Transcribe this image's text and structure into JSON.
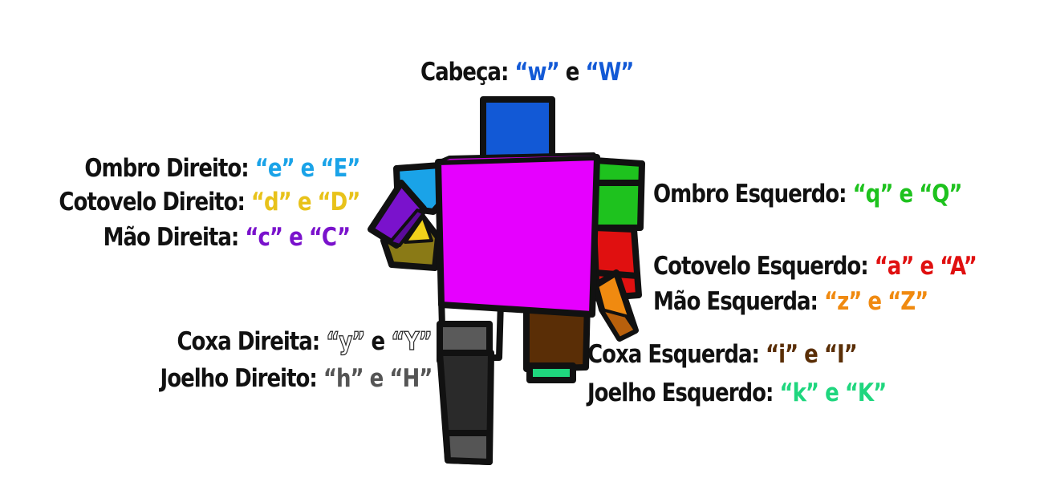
{
  "labels": {
    "head": {
      "name": "Cabeça",
      "key1": "“w”",
      "key2": "“W”",
      "sep": "e",
      "color": "#1259d6"
    },
    "r_shoulder": {
      "name": "Ombro Direito",
      "key1": "“e”",
      "key2": "“E”",
      "sep": "e",
      "color": "#1aa3e8"
    },
    "r_elbow": {
      "name": "Cotovelo Direito",
      "key1": "“d”",
      "key2": "“D”",
      "sep": "e",
      "color": "#e8c21a"
    },
    "r_hand": {
      "name": "Mão Direita",
      "key1": "“c”",
      "key2": "“C”",
      "sep": "e",
      "color": "#7a12cc"
    },
    "l_shoulder": {
      "name": "Ombro Esquerdo",
      "key1": "“q”",
      "key2": "“Q”",
      "sep": "e",
      "color": "#1ec21e"
    },
    "l_elbow": {
      "name": "Cotovelo Esquerdo",
      "key1": "“a”",
      "key2": "“A”",
      "sep": "e",
      "color": "#e01010"
    },
    "l_hand": {
      "name": "Mão Esquerda",
      "key1": "“z”",
      "key2": "“Z”",
      "sep": "e",
      "color": "#f08a10"
    },
    "r_thigh": {
      "name": "Coxa Direita",
      "key1": "“y”",
      "key2": "“Y”",
      "sep": "e",
      "color": "#ffffff"
    },
    "r_knee": {
      "name": "Joelho Direito",
      "key1": "“h”",
      "key2": "“H”",
      "sep": "e",
      "color": "#555555"
    },
    "l_thigh": {
      "name": "Coxa Esquerda",
      "key1": "“i”",
      "key2": "“I”",
      "sep": "e",
      "color": "#5a2e06"
    },
    "l_knee": {
      "name": "Joelho Esquerdo",
      "key1": "“k”",
      "key2": "“K”",
      "sep": "e",
      "color": "#1fd67e"
    }
  },
  "colors": {
    "outline": "#111111",
    "head": "#1259d6",
    "torso": "#e600ff",
    "r_shoulder": "#1aa3e8",
    "r_elbow": "#e8c21a",
    "r_hand": "#7a12cc",
    "l_shoulder": "#1ec21e",
    "l_elbow": "#e01010",
    "l_hand": "#f08a10",
    "r_thigh": "#ffffff",
    "r_knee": "#555555",
    "l_thigh": "#5a2e06",
    "l_knee": "#1fd67e"
  }
}
